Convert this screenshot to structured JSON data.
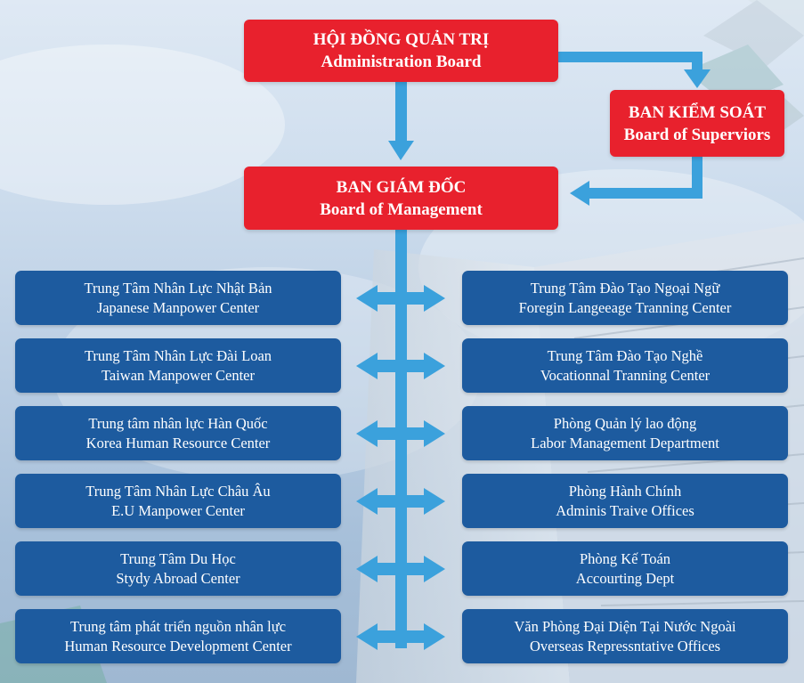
{
  "board": {
    "admin": {
      "vi": "HỘI ĐỒNG QUẢN TRỊ",
      "en": "Administration Board"
    },
    "supervisors": {
      "vi": "BAN KIỂM SOÁT",
      "en": "Board of Superviors"
    },
    "management": {
      "vi": "BAN GIÁM ĐỐC",
      "en": "Board of Management"
    }
  },
  "left_units": [
    {
      "vi": "Trung Tâm Nhân Lực Nhật Bản",
      "en": "Japanese Manpower Center"
    },
    {
      "vi": "Trung Tâm Nhân Lực Đài Loan",
      "en": "Taiwan Manpower Center"
    },
    {
      "vi": "Trung tâm nhân lực Hàn Quốc",
      "en": "Korea Human Resource Center"
    },
    {
      "vi": "Trung Tâm Nhân Lực Châu Âu",
      "en": "E.U Manpower Center"
    },
    {
      "vi": "Trung Tâm Du Học",
      "en": "Stydy Abroad Center"
    },
    {
      "vi": "Trung tâm phát triển nguồn nhân lực",
      "en": "Human Resource Development Center"
    }
  ],
  "right_units": [
    {
      "vi": "Trung Tâm Đào Tạo Ngoại Ngữ",
      "en": "Foregin Langeeage Tranning Center"
    },
    {
      "vi": "Trung Tâm Đào Tạo Nghề",
      "en": "Vocationnal Tranning Center"
    },
    {
      "vi": "Phòng Quản lý lao động",
      "en": "Labor Management Department"
    },
    {
      "vi": "Phòng Hành Chính",
      "en": "Adminis Traive Offices"
    },
    {
      "vi": "Phòng Kế Toán",
      "en": "Accourting Dept"
    },
    {
      "vi": "Văn Phòng Đại Diện Tại Nước Ngoài",
      "en": "Overseas Repressntative Offices"
    }
  ],
  "colors": {
    "red": "#e8212d",
    "blue_box": "#1d5b9f",
    "connector": "#3ba1dc"
  }
}
